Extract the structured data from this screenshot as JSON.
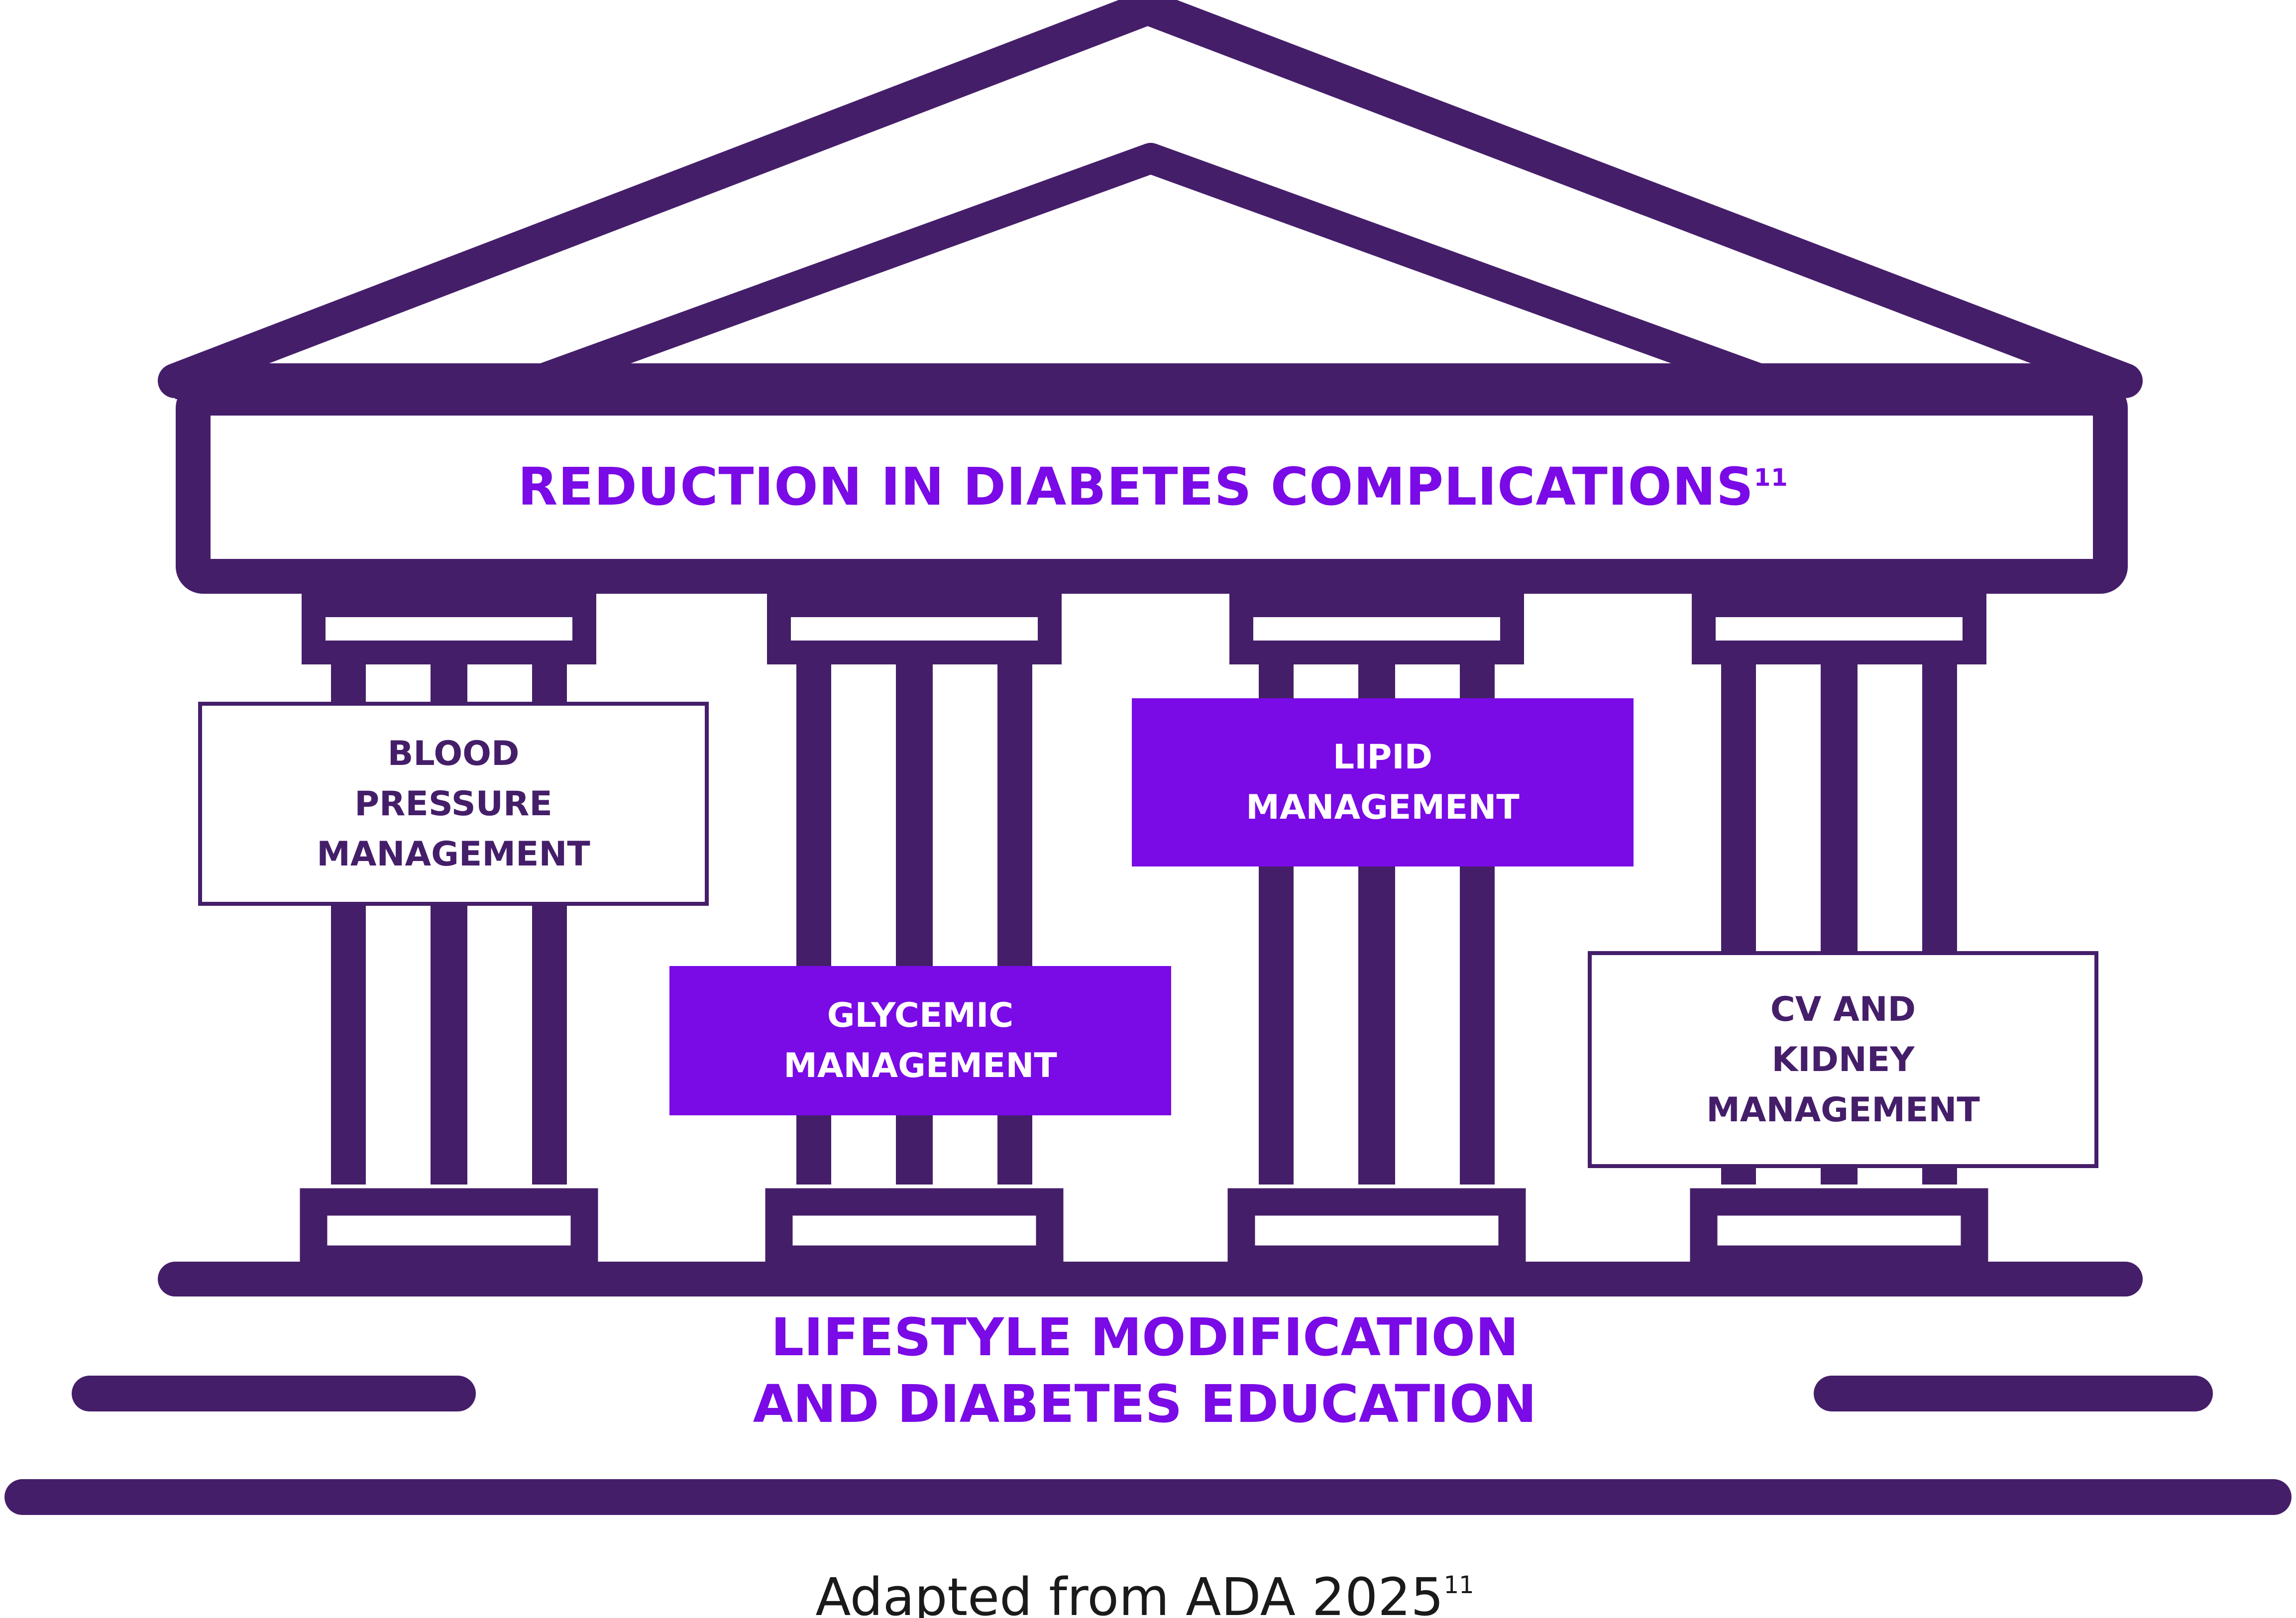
{
  "title": "REDUCTION IN DIABETES COMPLICATIONS",
  "title_ref": "11",
  "pillars": [
    {
      "lines": [
        "BLOOD",
        "PRESSURE",
        "MANAGEMENT"
      ],
      "style": "light"
    },
    {
      "lines": [
        "GLYCEMIC",
        "MANAGEMENT"
      ],
      "style": "purple"
    },
    {
      "lines": [
        "LIPID",
        "MANAGEMENT"
      ],
      "style": "purple"
    },
    {
      "lines": [
        "CV AND",
        "KIDNEY",
        "MANAGEMENT"
      ],
      "style": "light"
    }
  ],
  "foundation": {
    "line1": "LIFESTYLE MODIFICATION",
    "line2": "AND DIABETES EDUCATION"
  },
  "citation": "Adapted from ADA 2025",
  "citation_ref": "11",
  "colors": {
    "outline": "#451e6a",
    "accent": "#7a0ae6",
    "text_dark": "#1a1a1a",
    "background": "#ffffff"
  }
}
